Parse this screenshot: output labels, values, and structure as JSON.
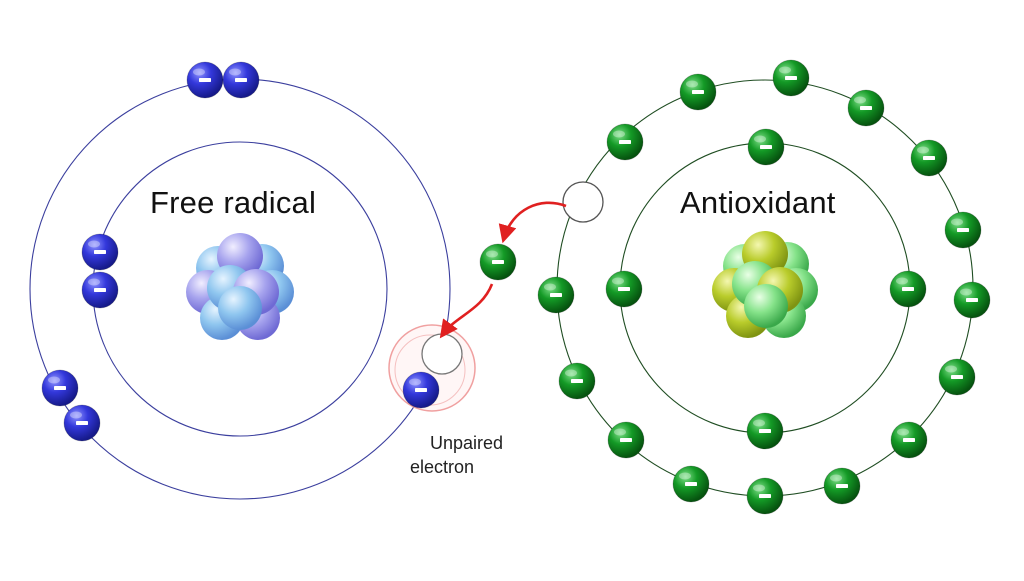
{
  "free_radical": {
    "label": "Free radical",
    "color": "#2b2fd1",
    "electron_charge": "-"
  },
  "antioxidant": {
    "label": "Antioxidant",
    "color": "#0f8a1f",
    "electron_charge": "-"
  },
  "annotation": {
    "line1": "Unpaired",
    "line2": "electron"
  },
  "arrow_color": "#e02020"
}
